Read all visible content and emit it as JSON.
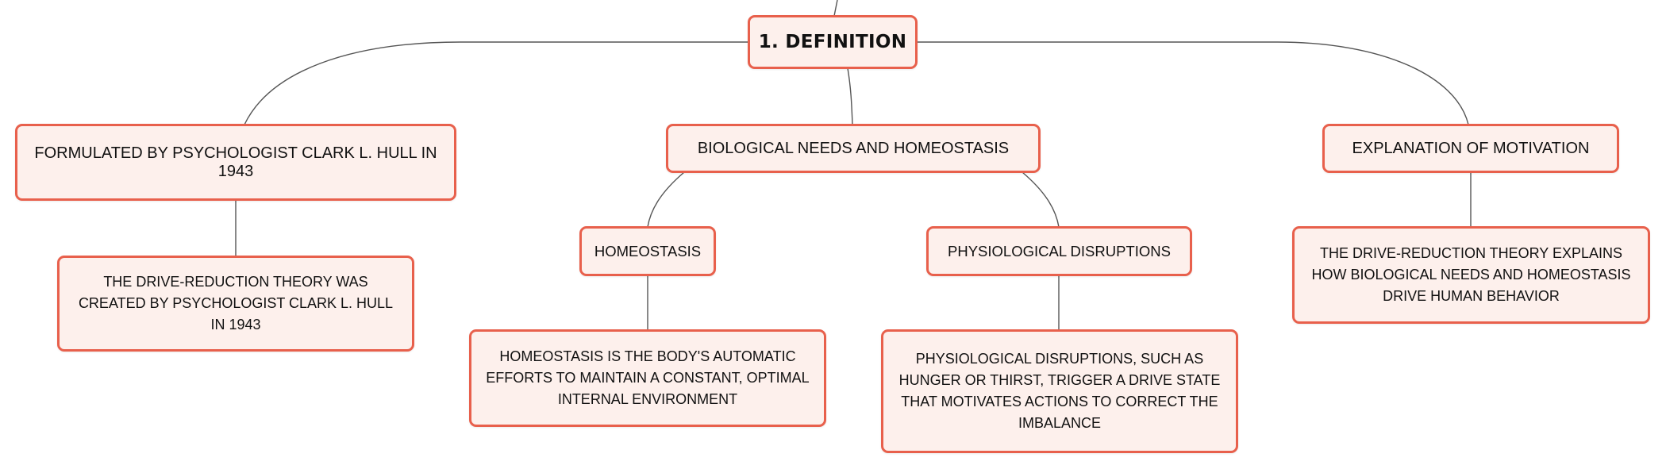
{
  "mindmap": {
    "root": {
      "label": "1. DEFINITION"
    },
    "branches": {
      "formulated": {
        "label": "FORMULATED BY PSYCHOLOGIST CLARK L. HULL IN 1943"
      },
      "formulated_detail": {
        "label": "THE DRIVE-REDUCTION THEORY WAS CREATED BY PSYCHOLOGIST CLARK L. HULL IN 1943"
      },
      "biological": {
        "label": "BIOLOGICAL NEEDS AND HOMEOSTASIS"
      },
      "homeostasis": {
        "label": "HOMEOSTASIS"
      },
      "homeostasis_detail": {
        "label": "HOMEOSTASIS IS THE BODY'S AUTOMATIC EFFORTS TO MAINTAIN A CONSTANT, OPTIMAL INTERNAL ENVIRONMENT"
      },
      "physiological": {
        "label": "PHYSIOLOGICAL DISRUPTIONS"
      },
      "physiological_detail": {
        "label": "PHYSIOLOGICAL DISRUPTIONS, SUCH AS HUNGER OR THIRST, TRIGGER A DRIVE STATE THAT MOTIVATES ACTIONS TO CORRECT THE IMBALANCE"
      },
      "explanation": {
        "label": "EXPLANATION OF MOTIVATION"
      },
      "explanation_detail": {
        "label": "THE DRIVE-REDUCTION THEORY EXPLAINS HOW BIOLOGICAL NEEDS AND HOMEOSTASIS DRIVE HUMAN BEHAVIOR"
      }
    }
  },
  "colors": {
    "node_fill": "#fdf0ec",
    "node_border": "#e8604c",
    "connector": "#555555"
  }
}
